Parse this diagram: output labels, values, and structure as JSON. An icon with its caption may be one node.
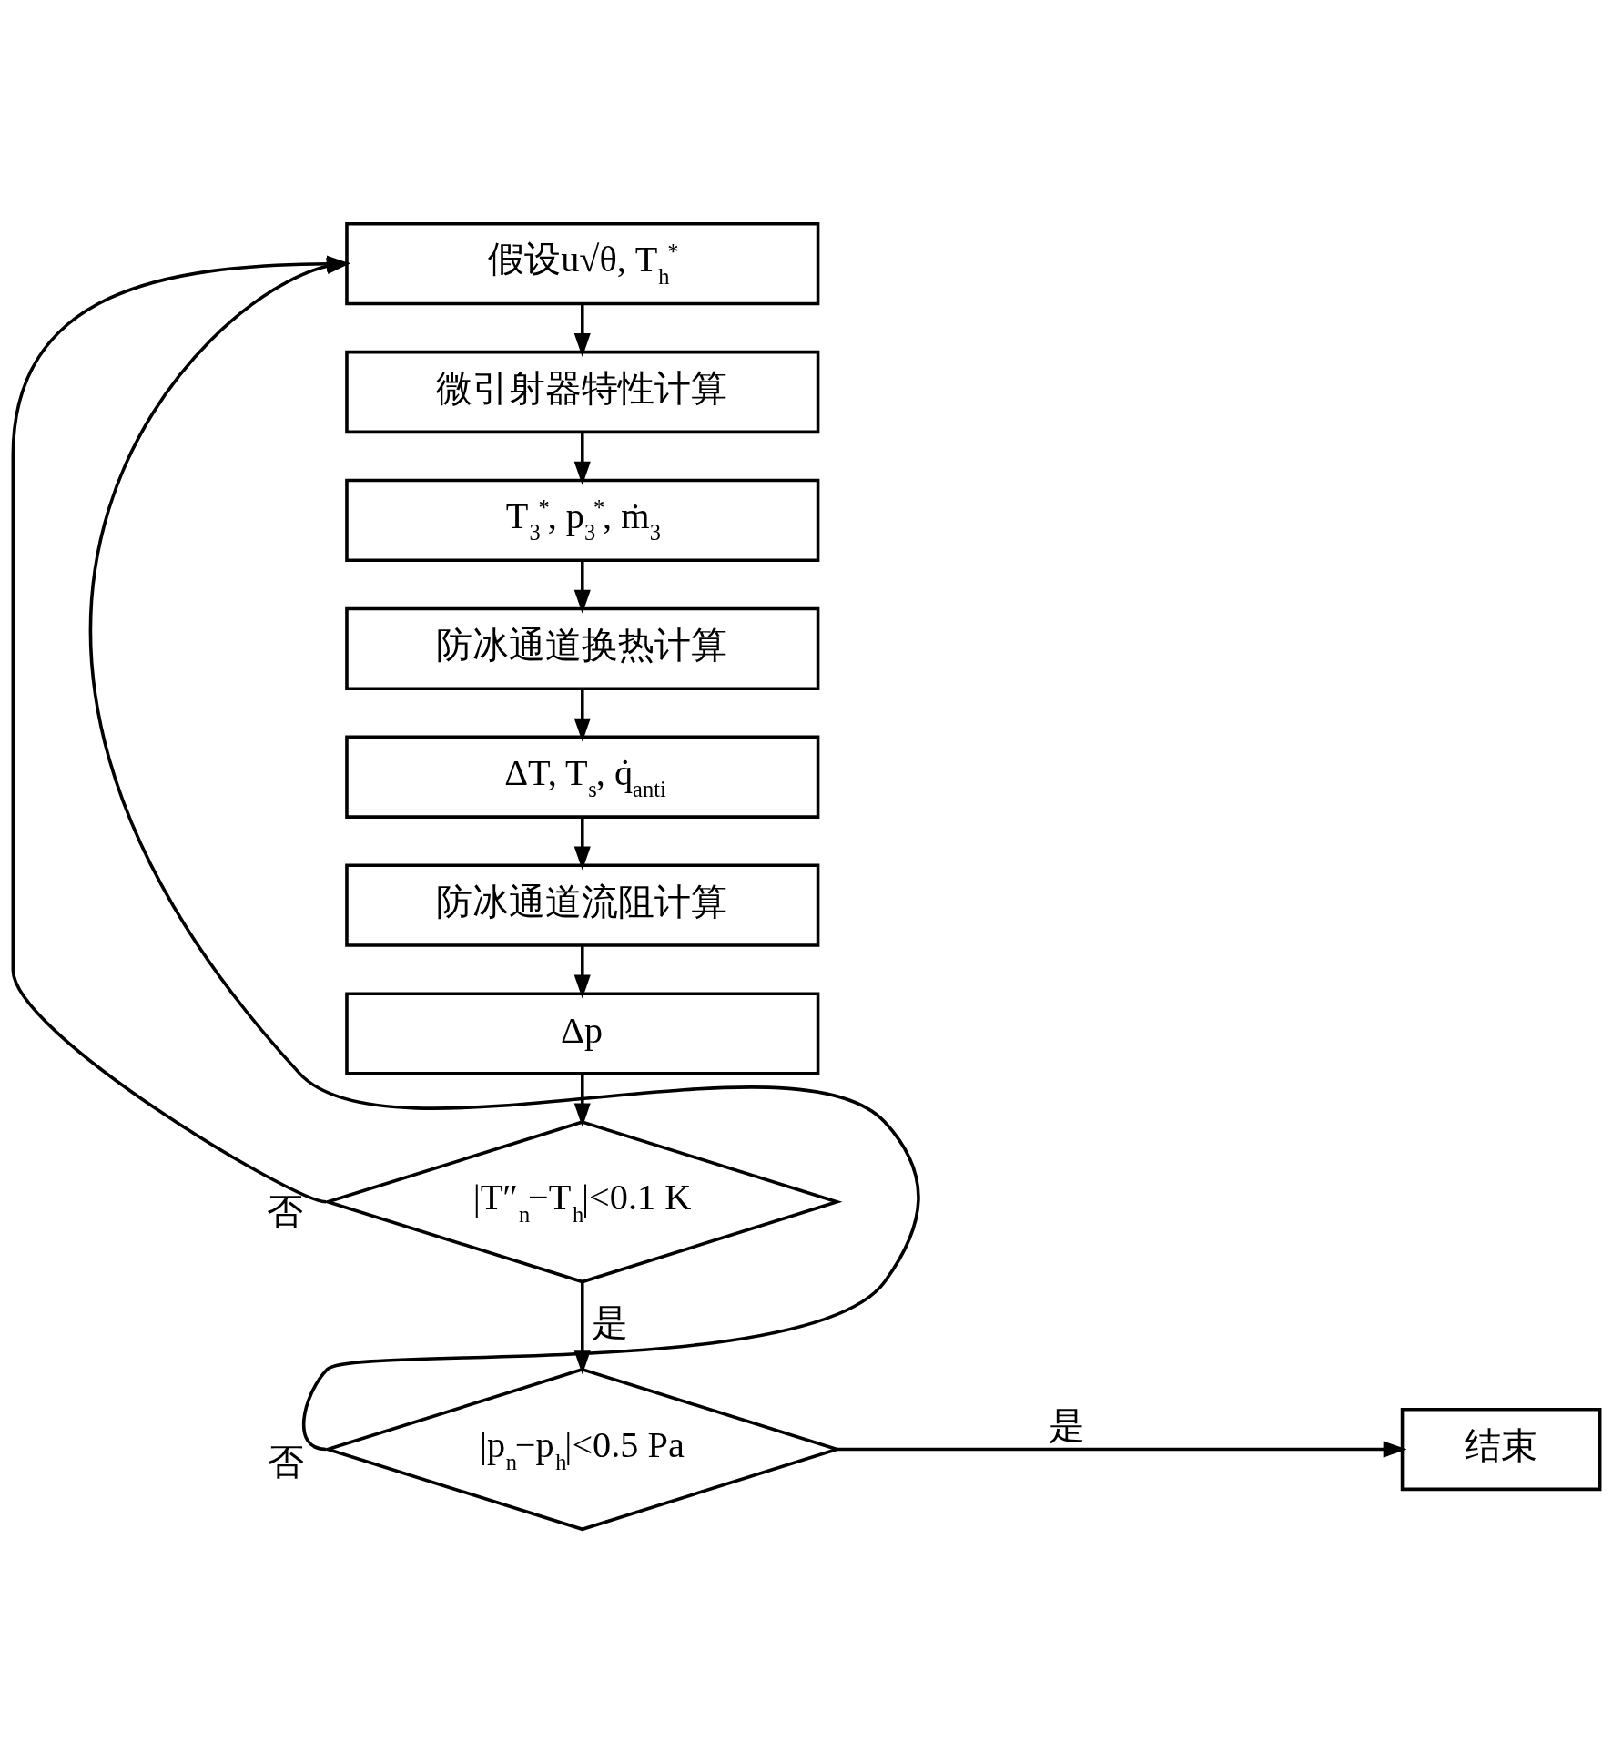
{
  "diagram": {
    "nodes": [
      {
        "text": [
          "假设u√θ, T$_{h}$$^{*}$"
        ]
      },
      {
        "text": [
          "微引射器特性计算"
        ]
      },
      {
        "text": [
          "T$_{3}$$^{*}$, p$_{3}$$^{*}$, ṁ$_{3}$"
        ]
      },
      {
        "text": [
          "防冰通道换热计算"
        ]
      },
      {
        "text": [
          "ΔT, T$_{s}$, q̇$_{anti}$"
        ]
      },
      {
        "text": [
          "防冰通道流阻计算"
        ]
      },
      {
        "text": [
          "Δp"
        ]
      },
      {
        "text": [
          "|T″$_{n}$−T$_{h}$|<0.1 K"
        ]
      },
      {
        "text": [
          "|p$_{n}$−p$_{h}$|<0.5 Pa"
        ]
      },
      {
        "text": [
          "结束"
        ]
      }
    ],
    "edges": [
      {
        "from": 0,
        "to": 1,
        "arrow": "to"
      },
      {
        "from": 1,
        "to": 2,
        "arrow": "to"
      },
      {
        "from": 2,
        "to": 3,
        "arrow": "to"
      },
      {
        "from": 3,
        "to": 4,
        "arrow": "to"
      },
      {
        "from": 4,
        "to": 5,
        "arrow": "to"
      },
      {
        "from": 5,
        "to": 6,
        "arrow": "to"
      },
      {
        "from": 6,
        "to": 7,
        "arrow": "to"
      },
      {
        "from": 7,
        "to": 8,
        "arrow": "to",
        "label": "是"
      },
      {
        "from": 7,
        "to": 0,
        "arrow": "to",
        "label": "否"
      },
      {
        "from": 8,
        "to": 9,
        "arrow": "to",
        "label": "是"
      },
      {
        "from": 8,
        "to": 0,
        "arrow": "to",
        "label": "否"
      }
    ]
  }
}
